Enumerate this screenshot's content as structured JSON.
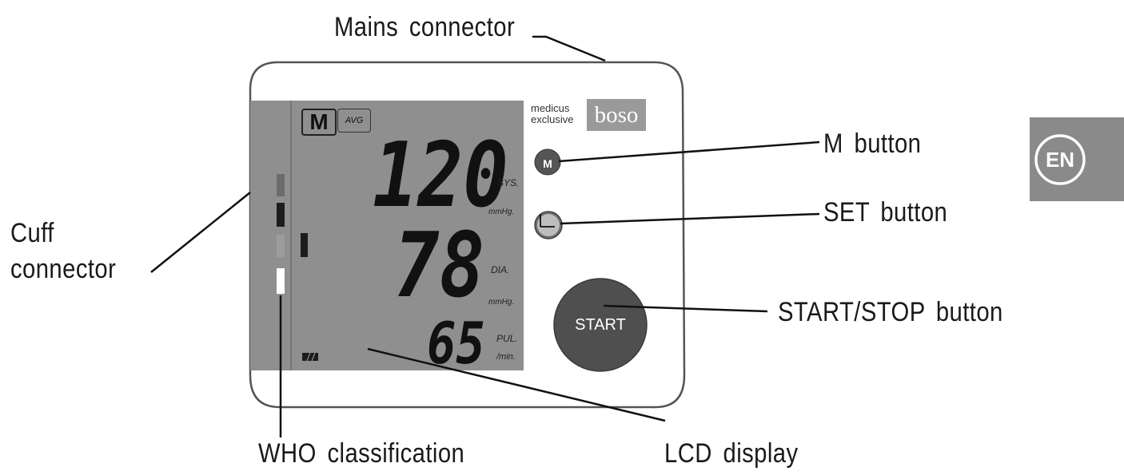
{
  "labels": {
    "mains_connector": "Mains connector",
    "m_button": "M button",
    "set_button": "SET button",
    "start_stop_button": "START/STOP button",
    "cuff_connector_line1": "Cuff",
    "cuff_connector_line2": "connector",
    "who_classification": "WHO classification",
    "lcd_display": "LCD display"
  },
  "brand": {
    "line1": "medicus",
    "line2": "exclusive",
    "name": "boso"
  },
  "lcd": {
    "memory_indicator": "M",
    "average_indicator": "AVG",
    "systolic": "120",
    "diastolic": "78",
    "pulse": "65",
    "sys_label": "SYS.",
    "dia_label": "DIA.",
    "pul_label": "PUL.",
    "unit_mmhg": "mmHg.",
    "unit_per_min": "/min."
  },
  "buttons": {
    "m_label": "M",
    "start_label": "START"
  },
  "language_badge": "EN",
  "colors": {
    "lcd_background": "#8f8f8f",
    "device_outline": "#555555",
    "button_dark": "#555555",
    "brand_box": "#9a9a9a",
    "badge_background": "#8a8a8a"
  },
  "icons": {
    "set_button": "clock-icon",
    "battery": "battery-icon"
  }
}
